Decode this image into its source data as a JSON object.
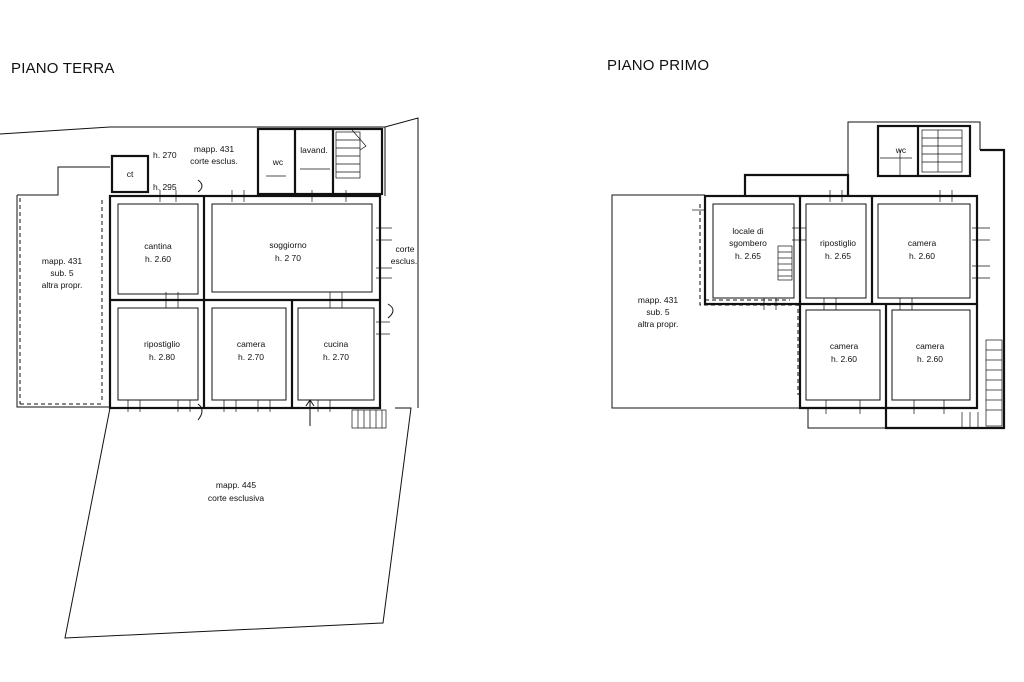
{
  "titles": {
    "ground": "PIANO TERRA",
    "first": "PIANO PRIMO"
  },
  "ground": {
    "h270": "h. 270",
    "h295": "h. 295",
    "ct": "ct",
    "mapp431_top": [
      "mapp. 431",
      "corte esclus."
    ],
    "wc": "wc",
    "lavand": "lavand.",
    "mapp431_left": [
      "mapp. 431",
      "sub. 5",
      "altra propr."
    ],
    "cantina": [
      "cantina",
      "h. 2.60"
    ],
    "soggiorno": [
      "soggiorno",
      "h. 2 70"
    ],
    "corte_esclus": [
      "corte",
      "esclus."
    ],
    "ripostiglio": [
      "ripostiglio",
      "h. 2.80"
    ],
    "camera": [
      "camera",
      "h. 2.70"
    ],
    "cucina": [
      "cucina",
      "h. 2.70"
    ],
    "mapp445": [
      "mapp. 445",
      "corte esclusiva"
    ]
  },
  "first": {
    "wc": "wc",
    "locale": [
      "locale di",
      "sgombero",
      "h. 2.65"
    ],
    "ripostiglio": [
      "ripostiglio",
      "h. 2.65"
    ],
    "camera1": [
      "camera",
      "h. 2.60"
    ],
    "mapp431": [
      "mapp. 431",
      "sub. 5",
      "altra propr."
    ],
    "camera2": [
      "camera",
      "h. 2.60"
    ],
    "camera3": [
      "camera",
      "h. 2.60"
    ]
  }
}
